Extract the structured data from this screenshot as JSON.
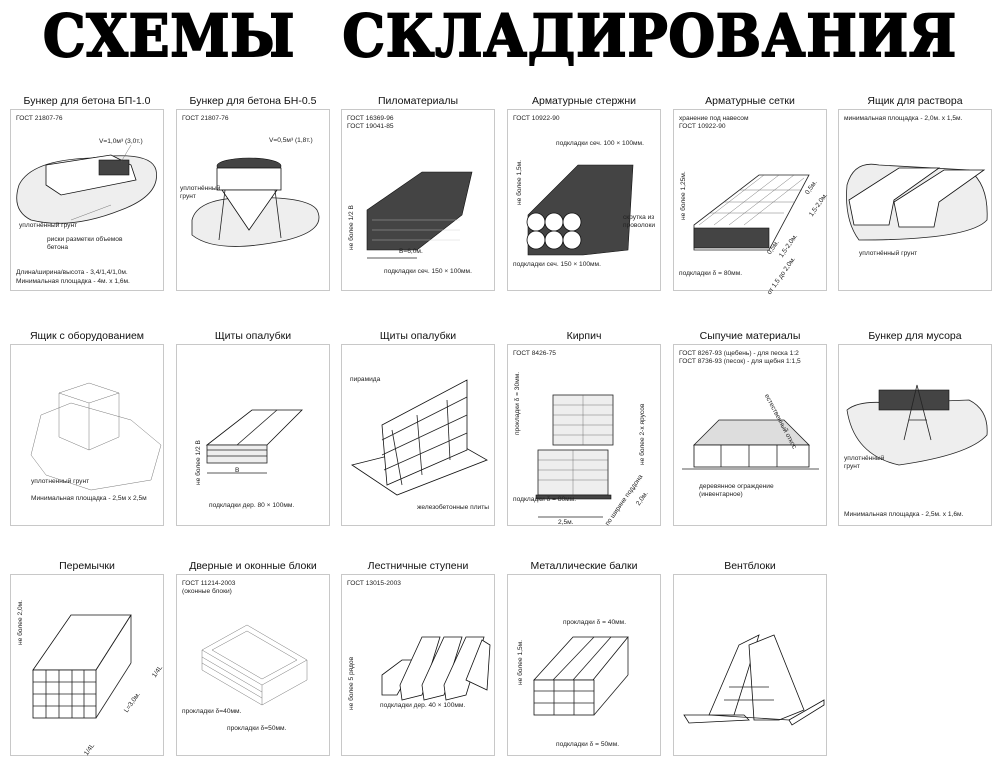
{
  "title": "СХЕМЫ   СКЛАДИРОВАНИЯ",
  "panels": [
    {
      "title": "Бункер для бетона БП-1.0",
      "notes": [
        "ГОСТ 21807-76",
        "V=1,0м³ (3,0т.)",
        "уплотнённый грунт",
        "риски разметки объемов",
        "бетона",
        "Длина/ширина/высота - 3,4/1,4/1,0м.",
        "Минимальная площадка - 4м. х 1,6м."
      ]
    },
    {
      "title": "Бункер для бетона БН-0.5",
      "notes": [
        "ГОСТ 21807-76",
        "V=0,5м³ (1,8т.)",
        "уплотнённый",
        "грунт"
      ]
    },
    {
      "title": "Пиломатериалы",
      "notes": [
        "ГОСТ 16369-96",
        "ГОСТ 19041-85",
        "не более 1/2 В",
        "В=6,0м.",
        "подкладки сеч. 150 × 100мм."
      ]
    },
    {
      "title": "Арматурные стержни",
      "notes": [
        "ГОСТ 10922-90",
        "подкладки сеч. 100 × 100мм.",
        "не более 1,5м.",
        "скрутка из",
        "проволоки",
        "подкладки сеч. 150 × 100мм."
      ]
    },
    {
      "title": "Арматурные сетки",
      "notes": [
        "хранение под навесом",
        "ГОСТ 10922-90",
        "не более 1,25м.",
        "0,5м.",
        "1,5-2,0м.",
        "0,5м.",
        "1,5-2,0м.",
        "от 1,5 до 2,0м.",
        "подкладки δ = 80мм."
      ]
    },
    {
      "title": "Ящик для раствора",
      "notes": [
        "минимальная площадка - 2,0м. х 1,5м.",
        "уплотнённый грунт"
      ]
    },
    {
      "title": "Ящик с оборудованием",
      "notes": [
        "уплотненный грунт",
        "Минимальная площадка - 2,5м х 2,5м"
      ]
    },
    {
      "title": "Щиты опалубки",
      "notes": [
        "не более 1/2 В",
        "В",
        "подкладки дер. 80 × 100мм."
      ]
    },
    {
      "title": "Щиты опалубки",
      "notes": [
        "пирамида",
        "железобетонные плиты"
      ]
    },
    {
      "title": "Кирпич",
      "notes": [
        "ГОСТ 8426-75",
        "прокладки δ = 30мм.",
        "не более 2-х ярусов",
        "по ширине поддона",
        "2,0м.",
        "подкладки δ = 80мм.",
        "2,5м."
      ]
    },
    {
      "title": "Сыпучие материалы",
      "notes": [
        "ГОСТ 8267-93 (щебень) - для песка 1:2",
        "ГОСТ 8736-93 (песок) - для щебня 1:1,5",
        "естественный откос",
        "деревянное ограждение",
        "(инвентарное)"
      ]
    },
    {
      "title": "Бункер для мусора",
      "notes": [
        "уплотнённый",
        "грунт",
        "Минимальная площадка - 2,5м. х 1,6м."
      ]
    },
    {
      "title": "Перемычки",
      "notes": [
        "не более 2,0м.",
        "1/4L",
        "L=3,0м.",
        "1/4L"
      ]
    },
    {
      "title": "Дверные и оконные блоки",
      "notes": [
        "ГОСТ 11214-2003",
        "(оконные блоки)",
        "прокладки δ=40мм.",
        "прокладки δ=50мм."
      ]
    },
    {
      "title": "Лестничные ступени",
      "notes": [
        "ГОСТ 13015-2003",
        "не более 5 рядов",
        "подкладки дер. 40 × 100мм."
      ]
    },
    {
      "title": "Металлические балки",
      "notes": [
        "прокладки δ = 40мм.",
        "не более 1,5м.",
        "подкладки δ = 50мм."
      ]
    },
    {
      "title": "Вентблоки",
      "notes": []
    }
  ]
}
